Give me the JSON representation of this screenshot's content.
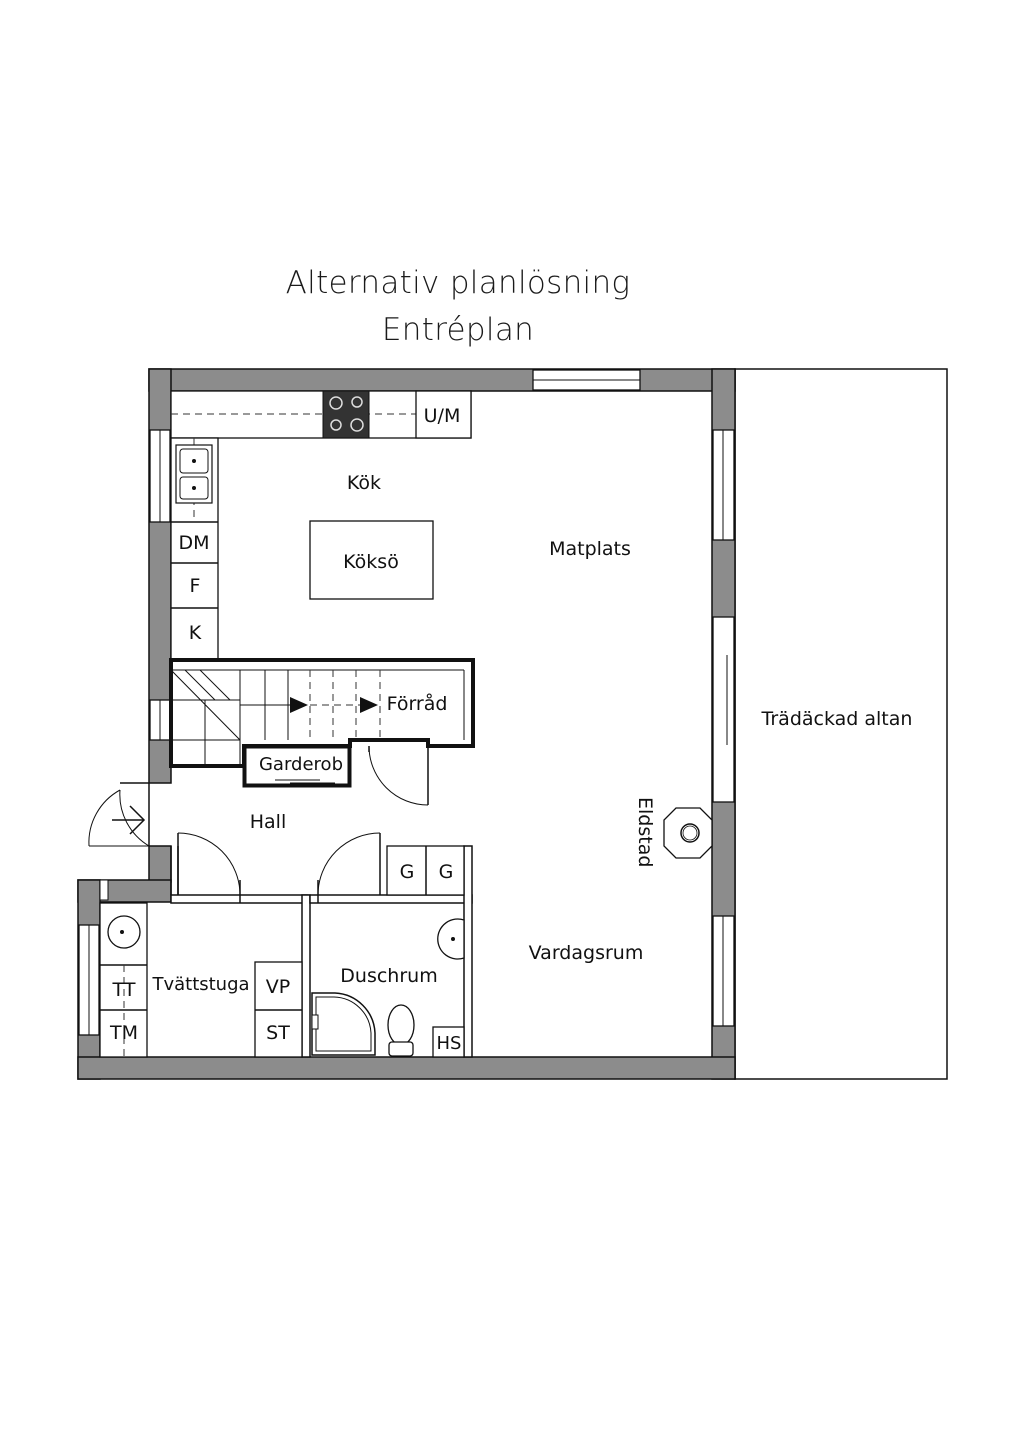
{
  "header": {
    "title": "Alternativ planlösning",
    "subtitle": "Entréplan"
  },
  "rooms": {
    "kok": "Kök",
    "koksö": "Köksö",
    "matplats": "Matplats",
    "forrad": "Förråd",
    "garderob": "Garderob",
    "hall": "Hall",
    "tvattstuga": "Tvättstuga",
    "duschrum": "Duschrum",
    "vardagsrum": "Vardagsrum",
    "eldstad": "Eldstad",
    "altan": "Trädäckad altan"
  },
  "fixtures": {
    "um": "U/M",
    "dm": "DM",
    "f": "F",
    "k": "K",
    "g1": "G",
    "g2": "G",
    "vp": "VP",
    "st": "ST",
    "tt": "TT",
    "tm": "TM",
    "hs": "HS"
  }
}
